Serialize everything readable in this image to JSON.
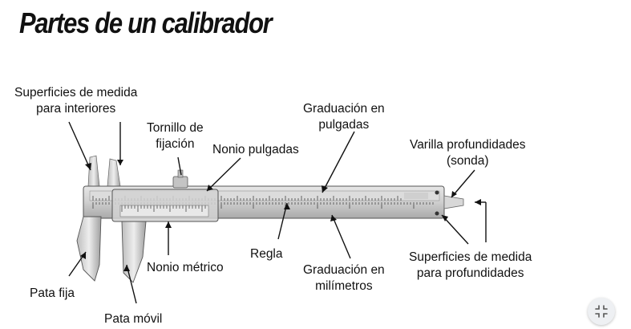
{
  "title": "Partes de un calibrador",
  "labels": {
    "sup_interiores": "Superficies de medida\npara interiores",
    "tornillo": "Tornillo de\nfijación",
    "nonio_pulgadas": "Nonio pulgadas",
    "grad_pulgadas": "Graduación en\npulgadas",
    "varilla": "Varilla profundidades\n(sonda)",
    "pata_fija": "Pata fija",
    "pata_movil": "Pata móvil",
    "nonio_metrico": "Nonio métrico",
    "regla": "Regla",
    "grad_milimetros": "Graduación en\nmilímetros",
    "sup_profundidades": "Superficies de medida\npara profundidades"
  },
  "icons": {
    "collapse": "collapse-arrows-icon"
  }
}
